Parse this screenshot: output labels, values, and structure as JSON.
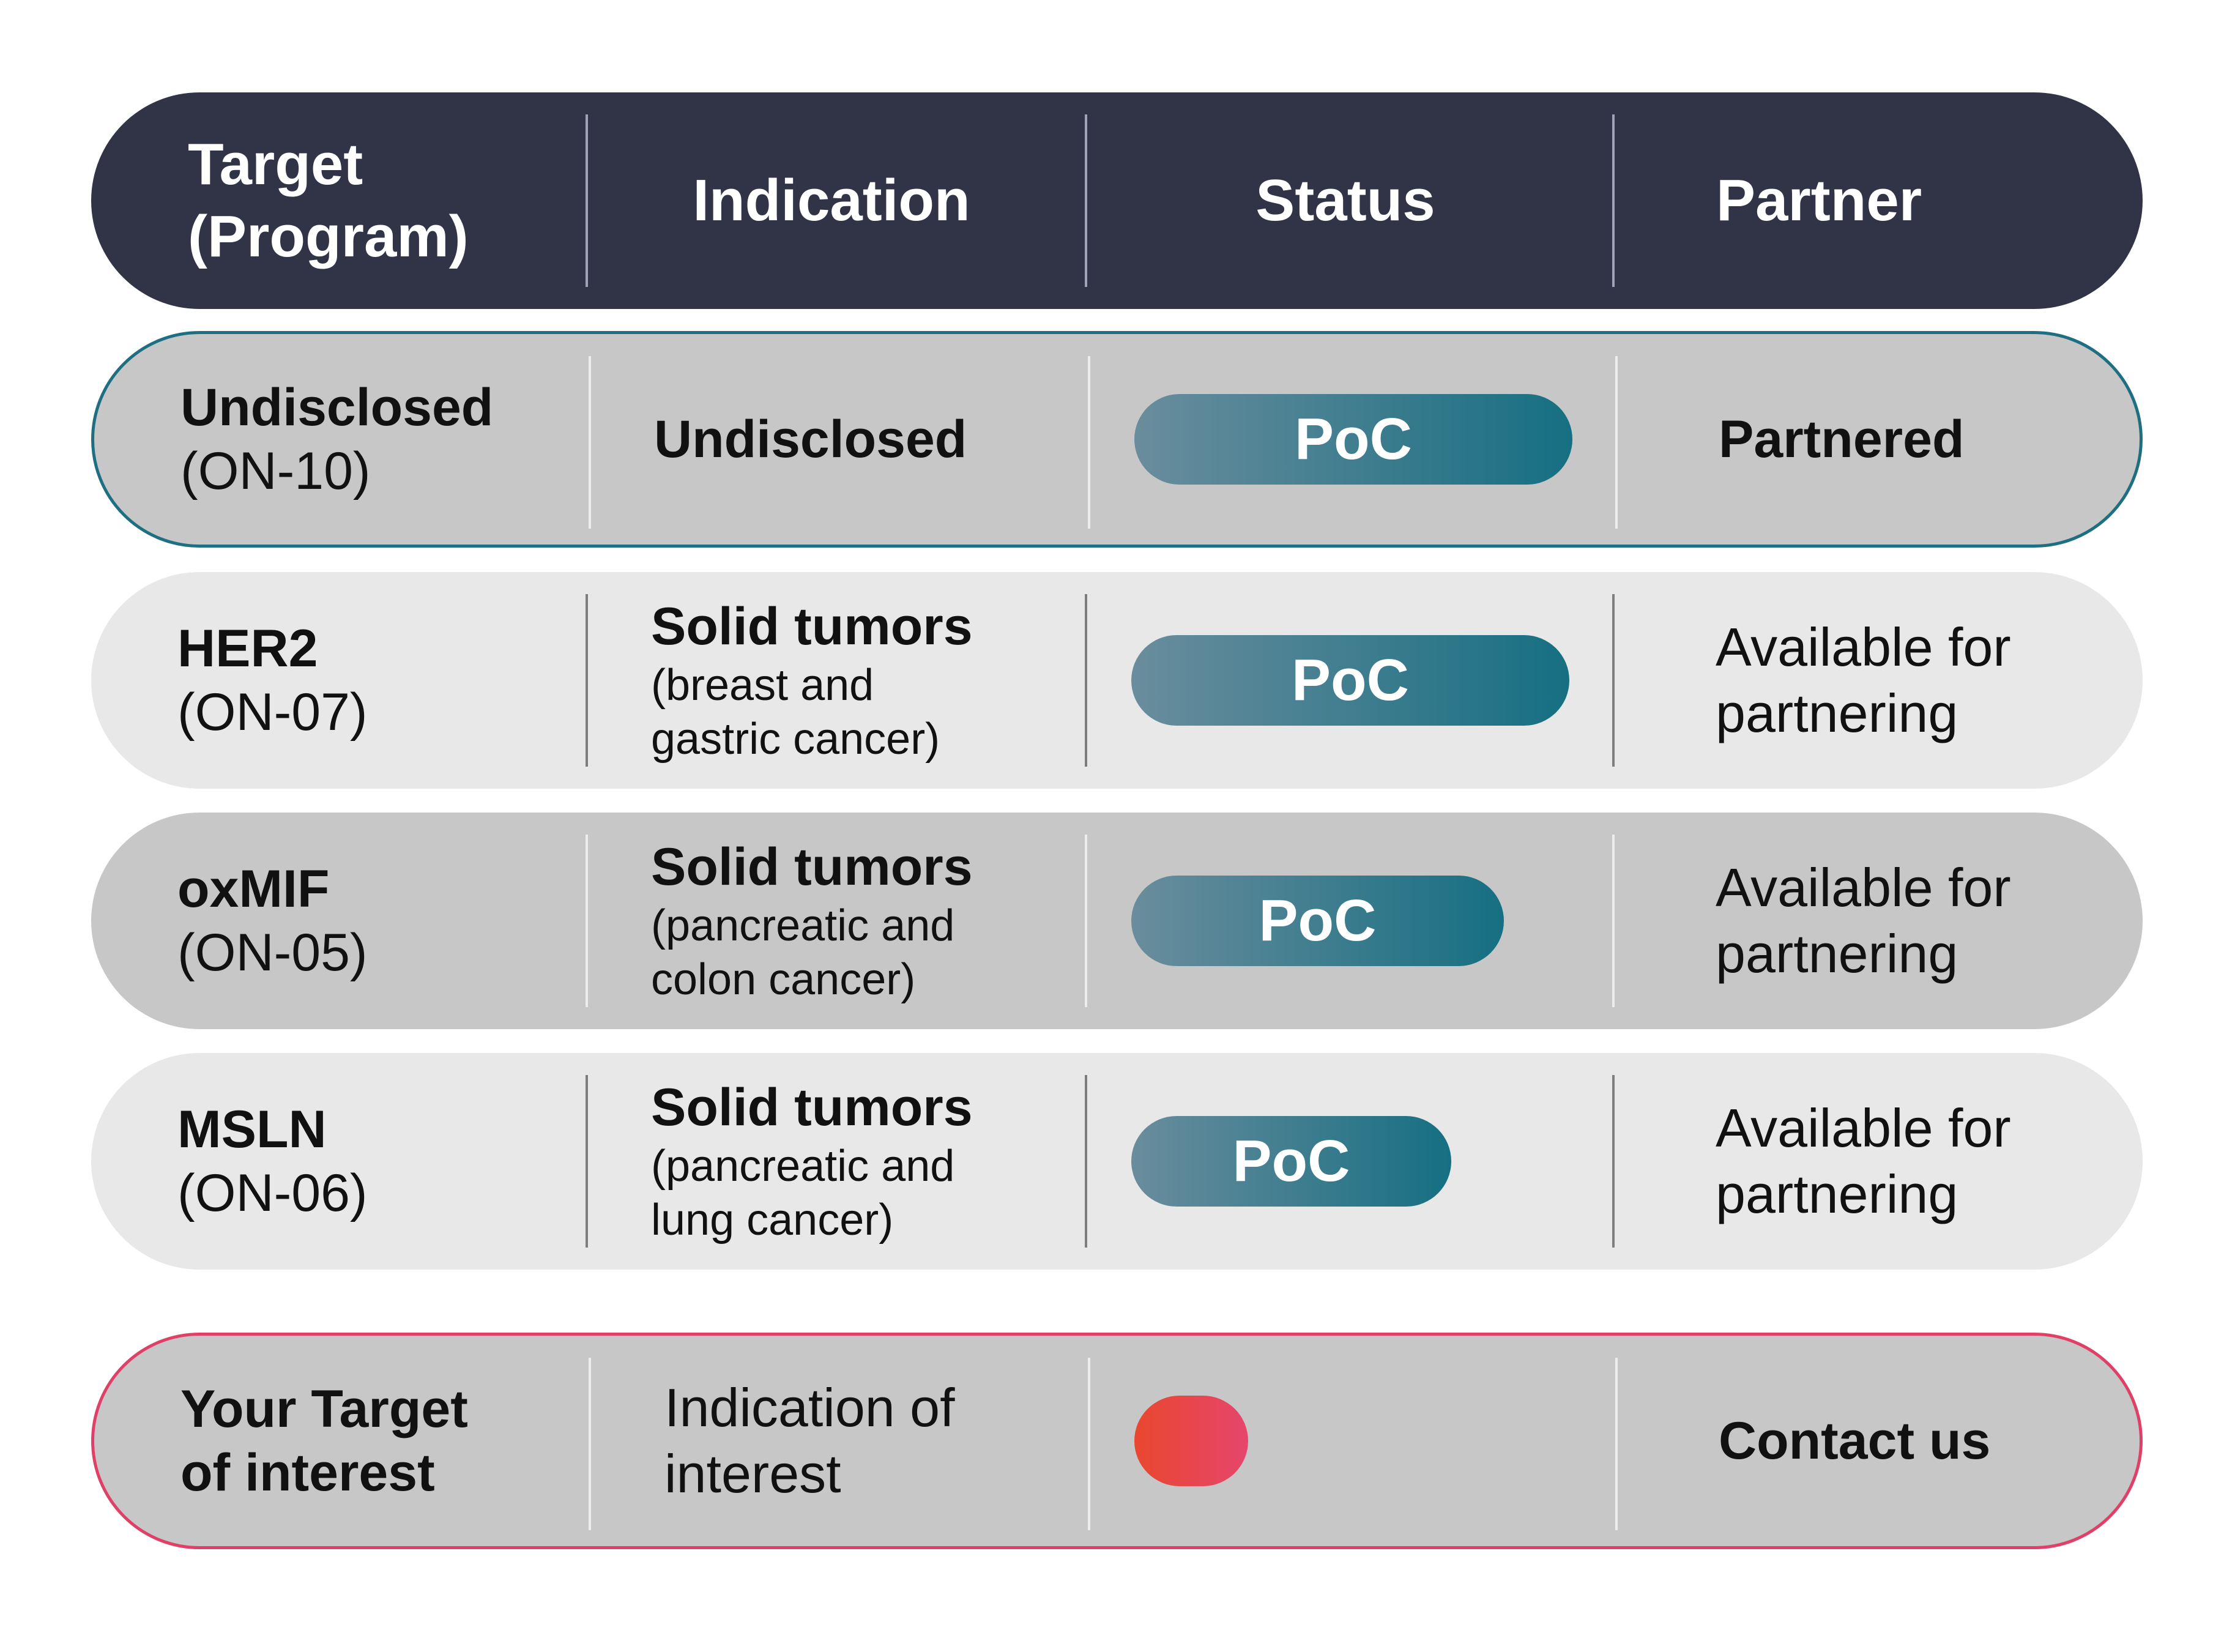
{
  "header": {
    "target": [
      "Target",
      "(Program)"
    ],
    "indication": "Indication",
    "status": "Status",
    "partner": "Partner"
  },
  "rows": [
    {
      "target_name": "Undisclosed",
      "program": "(ON-10)",
      "indication_main": "Undisclosed",
      "indication_detail": [],
      "status": "PoC",
      "partner": [
        "Partnered"
      ],
      "style": "gray",
      "partner_bold": true,
      "progress": 1.0
    },
    {
      "target_name": "HER2",
      "program": "(ON-07)",
      "indication_main": "Solid tumors",
      "indication_detail": [
        "(breast and",
        "gastric cancer)"
      ],
      "status": "PoC",
      "partner": [
        "Available for",
        "partnering"
      ],
      "style": "light",
      "partner_bold": false,
      "progress": 1.0
    },
    {
      "target_name": "oxMIF",
      "program": "(ON-05)",
      "indication_main": "Solid tumors",
      "indication_detail": [
        "(pancreatic and",
        "colon cancer)"
      ],
      "status": "PoC",
      "partner": [
        "Available for",
        "partnering"
      ],
      "style": "gray",
      "partner_bold": false,
      "progress": 0.85
    },
    {
      "target_name": "MSLN",
      "program": "(ON-06)",
      "indication_main": "Solid tumors",
      "indication_detail": [
        "(pancreatic and",
        "lung cancer)"
      ],
      "status": "PoC",
      "partner": [
        "Available for",
        "partnering"
      ],
      "style": "light",
      "partner_bold": false,
      "progress": 0.73
    }
  ],
  "cta_row": {
    "target": [
      "Your Target",
      "of interest"
    ],
    "indication": [
      "Indication of",
      "interest"
    ],
    "status": "",
    "partner": "Contact us",
    "progress": 0.26
  },
  "colors": {
    "header_bg": "#313447",
    "row_gray": "#c7c7c7",
    "row_light": "#e8e8e8",
    "teal_outline": "#1f6f82",
    "pink_outline": "#e04068",
    "poc_gradient": [
      "#6a8d9d",
      "#166f82"
    ],
    "cta_gradient": [
      "#e9472f",
      "#e6466c"
    ]
  }
}
